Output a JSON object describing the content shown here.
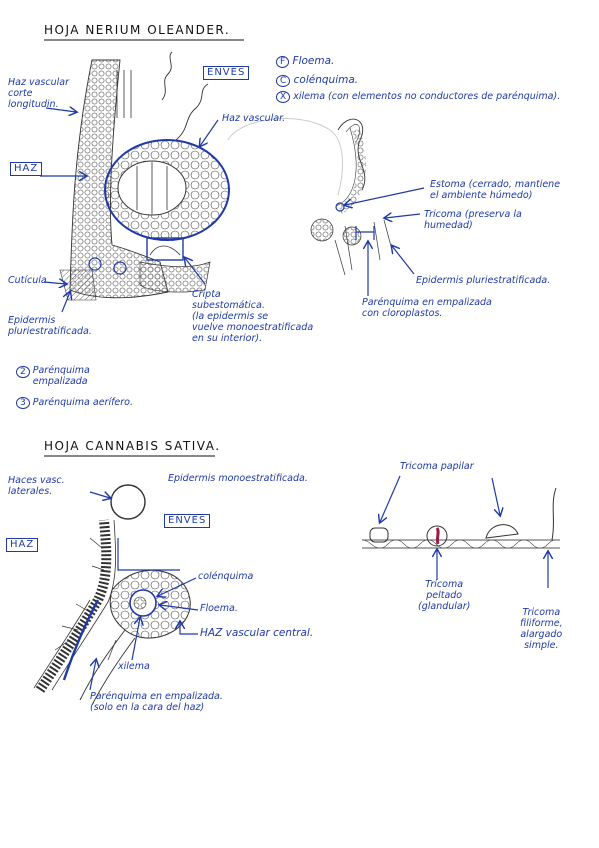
{
  "leaf1": {
    "title": "HOJA NERIUM OLEANDER.",
    "enves": "ENVÉS",
    "haz": "HAZ",
    "legend_floema": "Floema.",
    "legend_colenquima": "colénquima.",
    "legend_xilema": "xilema (con elementos no conductores de parénquima).",
    "haz_vascular_corte": "Haz vascular\ncorte\nlongitudin.",
    "haz_vascular": "Haz vascular.",
    "estoma": "Estoma (cerrado, mantiene\nel ambiente húmedo)",
    "tricoma": "Tricoma (preserva la\nhumedad)",
    "epidermis_pluri_right": "Epidermis pluriestratificada.",
    "cuticula": "Cutícula",
    "epidermis_pluri_left": "Epidermis\npluriestratificada.",
    "cripta": "Cripta\nsubestomática.\n(la epidermis se\nvuelve monoestratificada\nen su interior).",
    "parenquima_empalizada": "Parénquima en empalizada\ncon cloroplastos.",
    "legend2": "Parénquima\nempalizada",
    "legend3": "Parénquima aerífero.",
    "marks": [
      "F",
      "C",
      "X",
      "2",
      "3"
    ]
  },
  "leaf2": {
    "title": "HOJA CANNABIS SATIVA.",
    "haces_vasc": "Haces vasc.\nlaterales.",
    "epidermis_mono": "Epidermis monoestratificada.",
    "enves": "ENVÉS",
    "haz": "HAZ",
    "colenquima": "colénquima",
    "floema": "Floema.",
    "haz_vascular_central": "HAZ vascular central.",
    "xilema": "xilema",
    "parenquima": "Parénquima en empalizada.\n(solo en la cara del haz)",
    "tricoma_papilar": "Tricoma papilar",
    "tricoma_peltado": "Tricoma\npeltado\n(glandular)",
    "tricoma_filiforme": "Tricoma\nfiliforme,\nalargado\nsimple."
  },
  "colors": {
    "ink": "#1f3aa8",
    "pencil": "#222222",
    "accent": "#9b1c4a"
  }
}
